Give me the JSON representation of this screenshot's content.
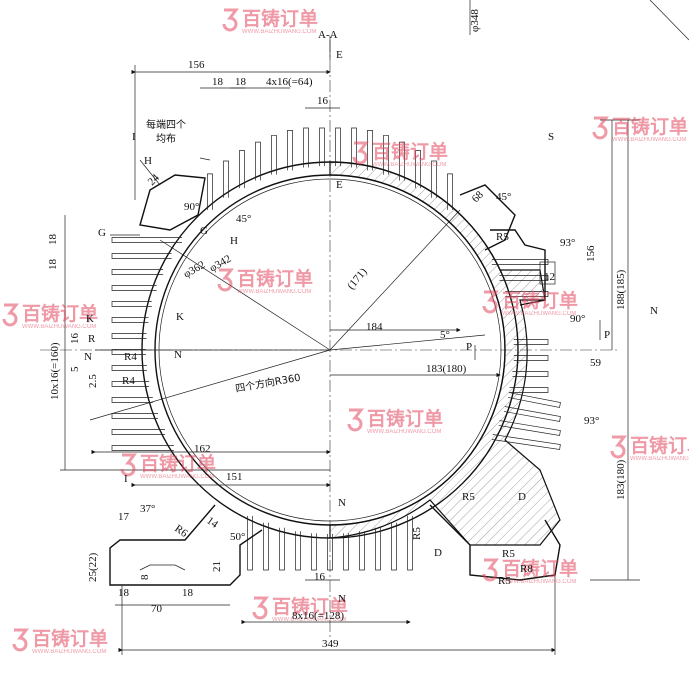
{
  "section_title": "A-A",
  "labels": {
    "d348": "φ348",
    "d362": "φ362",
    "d342": "φ342",
    "w156_top": "156",
    "w18a": "18",
    "w18b": "18",
    "fins_4x16": "4x16(=64)",
    "w16_top": "16",
    "each_end": "每端四个",
    "evenly": "均布",
    "I_top": "I",
    "H1": "H",
    "H2": "H",
    "v24": "24",
    "a90_left": "90°",
    "G1": "G",
    "G2": "G",
    "v18a": "18",
    "v18b": "18",
    "a45": "45°",
    "r171": "(171)",
    "E1": "E",
    "E2": "E",
    "S": "S",
    "v68": "68",
    "a45_right": "45°",
    "R5_a": "R5",
    "a93_a": "93°",
    "v12": "12",
    "v156_right": "156",
    "v188": "188(185)",
    "a90_right": "90°",
    "N_right": "N",
    "P1": "P",
    "P2": "P",
    "a5": "5°",
    "v184": "184",
    "v183_180": "183(180)",
    "v59": "59",
    "a93_b": "93°",
    "K1": "K",
    "K2": "K",
    "R": "R",
    "v16_k": "16",
    "N_left1": "N",
    "N_left2": "N",
    "v5": "5",
    "v2_5": "2.5",
    "R4_a": "R4",
    "R4_b": "R4",
    "v10x16": "10x16(=160)",
    "r360": "四个方向R360",
    "v162": "162",
    "v151": "151",
    "I_bot": "I",
    "N_bot1": "N",
    "N_bot2": "N",
    "v183_right": "183(180)",
    "R5_b": "R5",
    "D1": "D",
    "D2": "D",
    "R5_c": "R5",
    "R5_d": "R5",
    "R5_e": "R5",
    "R8": "R8",
    "v17": "17",
    "a37": "37°",
    "R6": "R6",
    "v14": "14",
    "a50": "50°",
    "v25_22": "25(22)",
    "v8": "8",
    "v21": "21",
    "v18_bl": "18",
    "v18_br": "18",
    "v70": "70",
    "v16_bot": "16",
    "fins_8x16": "8x16(=128)",
    "v349": "349"
  },
  "watermark": {
    "brand": "百铸订单",
    "url": "WWW.BAIZHUWANG.COM"
  },
  "colors": {
    "line": "#111111",
    "watermark": "#e2475e"
  }
}
